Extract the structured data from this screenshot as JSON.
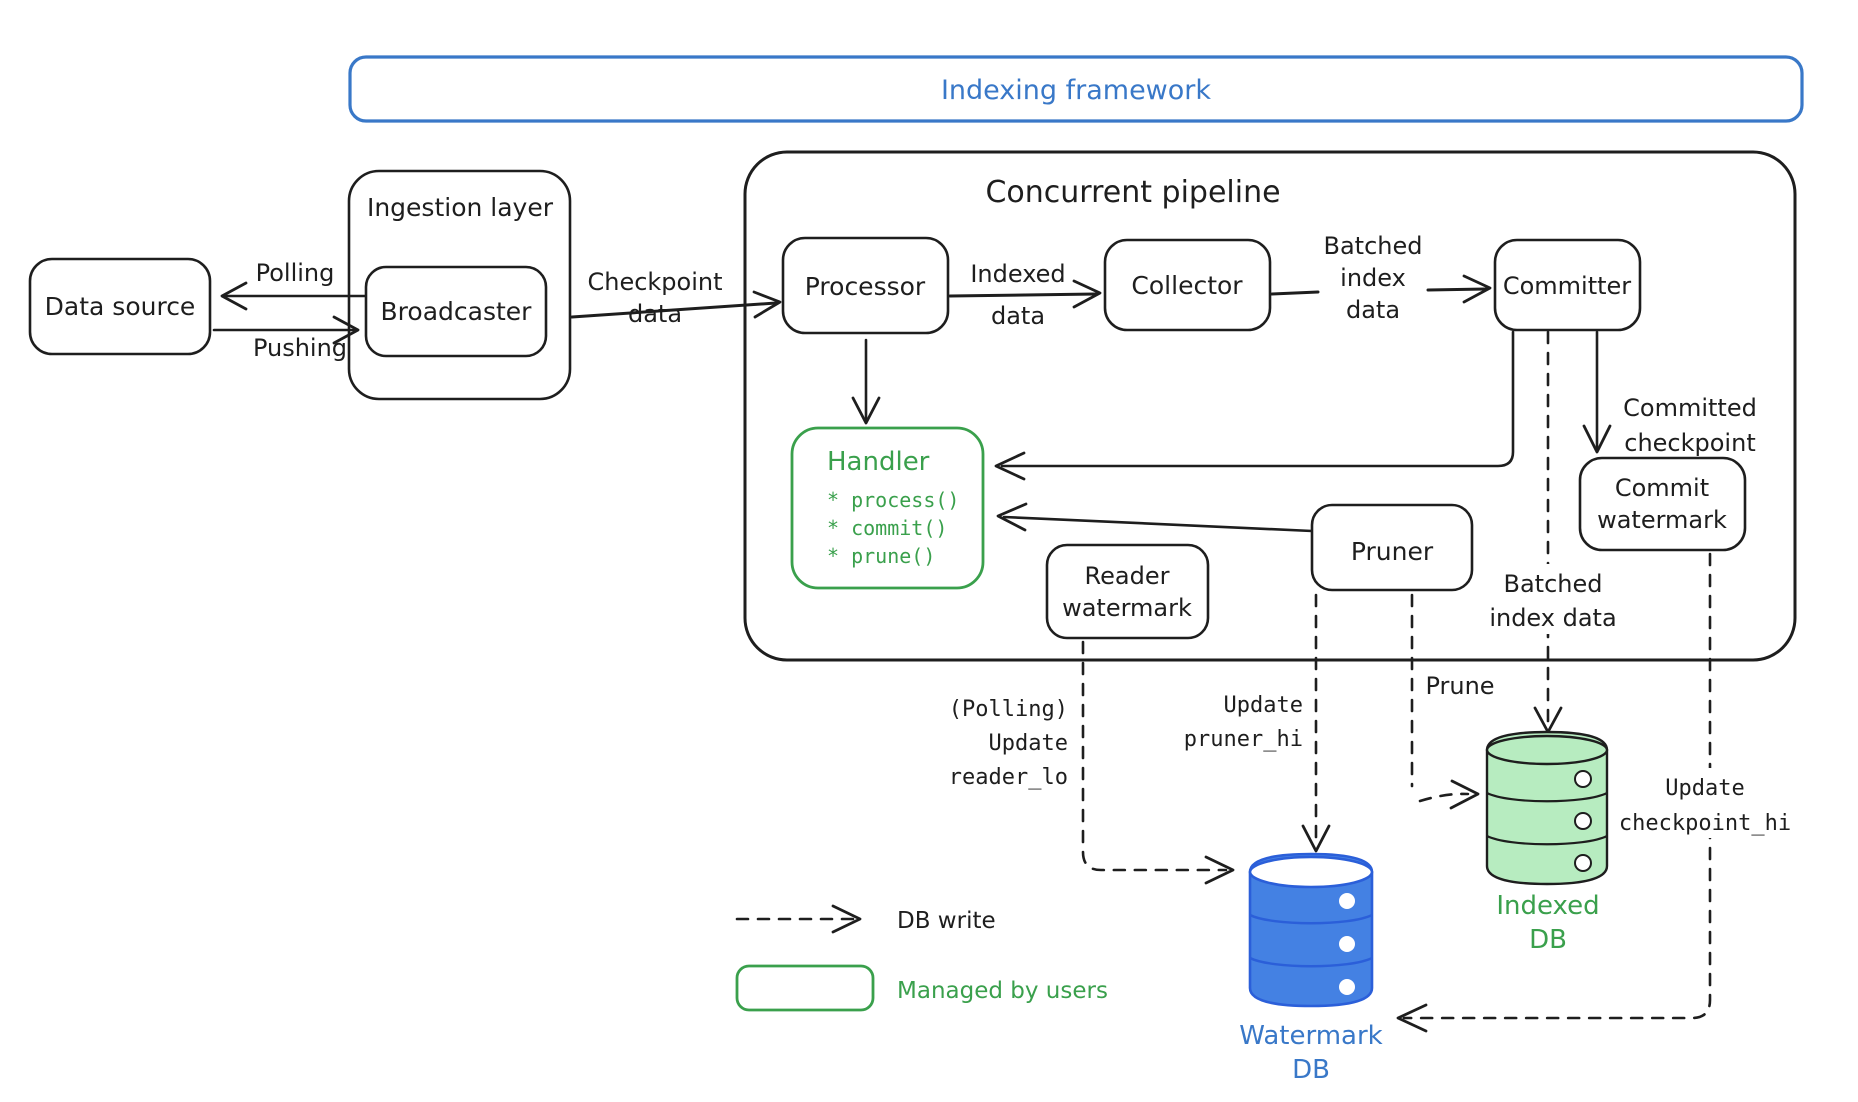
{
  "banner": {
    "title": "Indexing framework"
  },
  "pipeline": {
    "title": "Concurrent pipeline"
  },
  "ingestion": {
    "title": "Ingestion layer",
    "broadcaster": "Broadcaster"
  },
  "nodes": {
    "data_source": "Data source",
    "processor": "Processor",
    "collector": "Collector",
    "committer": "Committer",
    "commit_watermark": [
      "Commit",
      "watermark"
    ],
    "reader_watermark": [
      "Reader",
      "watermark"
    ],
    "pruner": "Pruner"
  },
  "handler": {
    "title": "Handler",
    "methods": [
      "* process()",
      "* commit()",
      "* prune()"
    ]
  },
  "edges": {
    "polling": "Polling",
    "pushing": "Pushing",
    "checkpoint_data": [
      "Checkpoint",
      "data"
    ],
    "indexed_data": [
      "Indexed",
      "data"
    ],
    "batched_index_top": [
      "Batched",
      "index",
      "data"
    ],
    "committed_checkpoint": [
      "Committed",
      "checkpoint"
    ],
    "batched_index_bottom": [
      "Batched",
      "index data"
    ],
    "polling_update_reader": [
      "(Polling)",
      "Update",
      "reader_lo"
    ],
    "update_pruner": [
      "Update",
      "pruner_hi"
    ],
    "prune": "Prune",
    "update_checkpoint": [
      "Update",
      "checkpoint_hi"
    ]
  },
  "databases": {
    "watermark": [
      "Watermark",
      "DB"
    ],
    "indexed": [
      "Indexed",
      "DB"
    ]
  },
  "legend": {
    "db_write": "DB write",
    "managed_by_users": "Managed by users"
  },
  "colors": {
    "blue": "#3978c8",
    "green": "#3aa04c",
    "blue_db_fill": "#4481e3",
    "blue_db_stroke": "#2b5fd9",
    "green_db_fill": "#b7ecc0",
    "ink": "#1e1e1e"
  }
}
